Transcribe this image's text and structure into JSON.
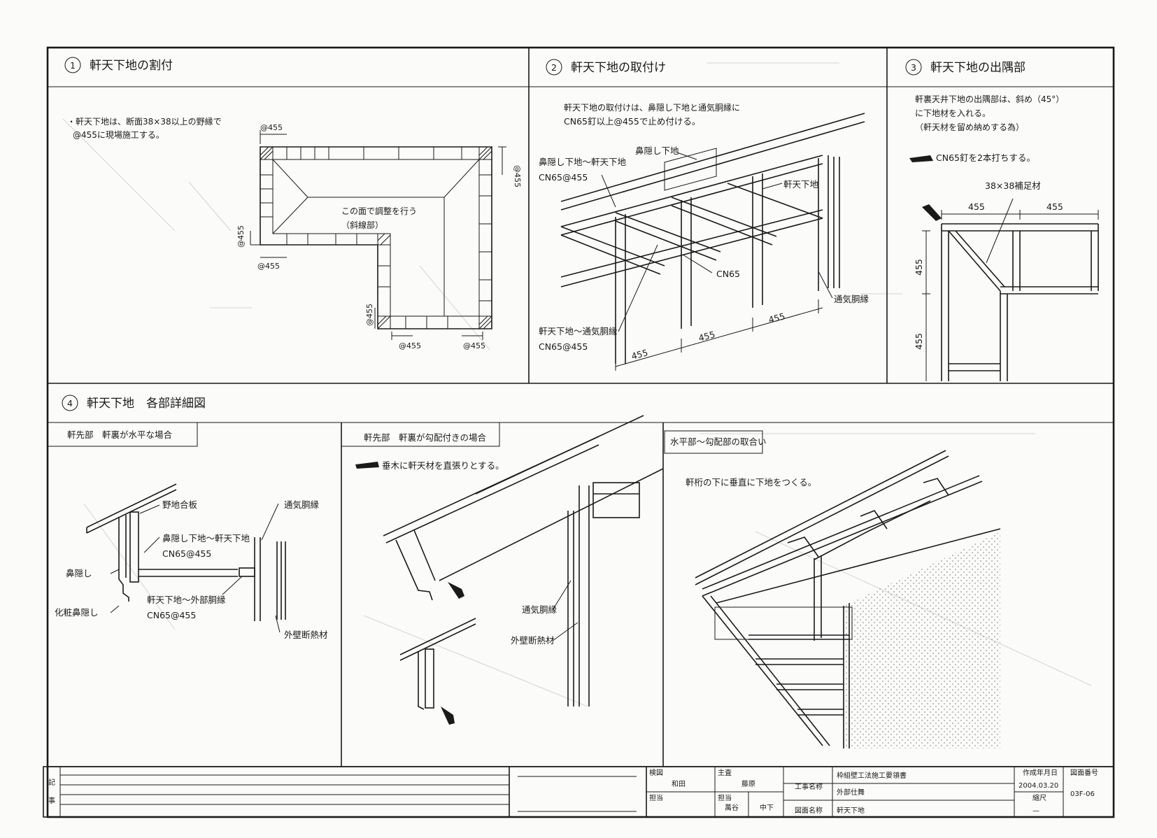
{
  "panels": {
    "p1": {
      "num": "1",
      "title": "軒天下地の割付",
      "note_l1": "・軒天下地は、断面38×38以上の野縁で",
      "note_l2": "@455に現場施工する。",
      "callout_l1": "この面で調整を行う",
      "callout_l2": "（斜線部）",
      "dims": [
        "@455",
        "@455",
        "@455",
        "@455",
        "@455",
        "@455",
        "@455"
      ]
    },
    "p2": {
      "num": "2",
      "title": "軒天下地の取付け",
      "note_l1": "軒天下地の取付けは、鼻隠し下地と通気胴縁に",
      "note_l2": "CN65釘以上@455で止め付ける。",
      "labels": {
        "hanakakushi_shitaji": "鼻隠し下地",
        "hana_noki_l1": "鼻隠し下地～軒天下地",
        "hana_noki_l2": "CN65@455",
        "noki_shitaji": "軒天下地",
        "cn65": "CN65",
        "tsuki_dobuchi": "通気胴縁",
        "noki_tsuki_l1": "軒天下地～通気胴縁",
        "noki_tsuki_l2": "CN65@455"
      },
      "dims": [
        "455",
        "455",
        "455"
      ]
    },
    "p3": {
      "num": "3",
      "title": "軒天下地の出隅部",
      "note_l1": "軒裏天井下地の出隅部は、斜め（45°）",
      "note_l2": "に下地材を入れる。",
      "note_l3": "（軒天材を留め納めする為）",
      "nail_note": "CN65釘を2本打ちする。",
      "hosoku": "38×38補足材",
      "dims": [
        "455",
        "455",
        "455",
        "455"
      ]
    },
    "p4": {
      "num": "4",
      "title": "軒天下地　各部詳細図",
      "sub_a": {
        "title": "軒先部　軒裏が水平な場合",
        "labels": {
          "noji": "野地合板",
          "hana_noki_l1": "鼻隠し下地～軒天下地",
          "hana_noki_l2": "CN65@455",
          "hanakakushi": "鼻隠し",
          "kesho": "化粧鼻隠し",
          "noki_gaibu_l1": "軒天下地～外部胴縁",
          "noki_gaibu_l2": "CN65@455",
          "tsuki": "通気胴縁",
          "gaiheki": "外壁断熱材"
        }
      },
      "sub_b": {
        "title": "軒先部　軒裏が勾配付きの場合",
        "note": "垂木に軒天材を直張りとする。",
        "tsuki": "通気胴縁",
        "gaiheki": "外壁断熱材"
      },
      "sub_c": {
        "title": "水平部～勾配部の取合い",
        "note": "軒桁の下に垂直に下地をつくる。"
      }
    }
  },
  "title_block": {
    "remarks_label_1": "記",
    "remarks_label_2": "事",
    "kenzu_label": "検図",
    "kenzu_name": "和田",
    "shusa_label": "主査",
    "shusa_name": "藤原",
    "tanto_label": "担当",
    "tanto2_label": "担当",
    "tanto_name1": "萬谷",
    "tanto_name2": "中下",
    "koji_label": "工事名称",
    "koji_value": "枠組壁工法施工要領書",
    "koji_value2": "外部仕舞",
    "zumen_label": "図面名称",
    "zumen_value": "軒天下地",
    "date_label": "作成年月日",
    "date_value": "2004.03.20",
    "scale_label": "縮尺",
    "scale_value": "—",
    "no_label": "図面番号",
    "no_value": "03F-06"
  }
}
